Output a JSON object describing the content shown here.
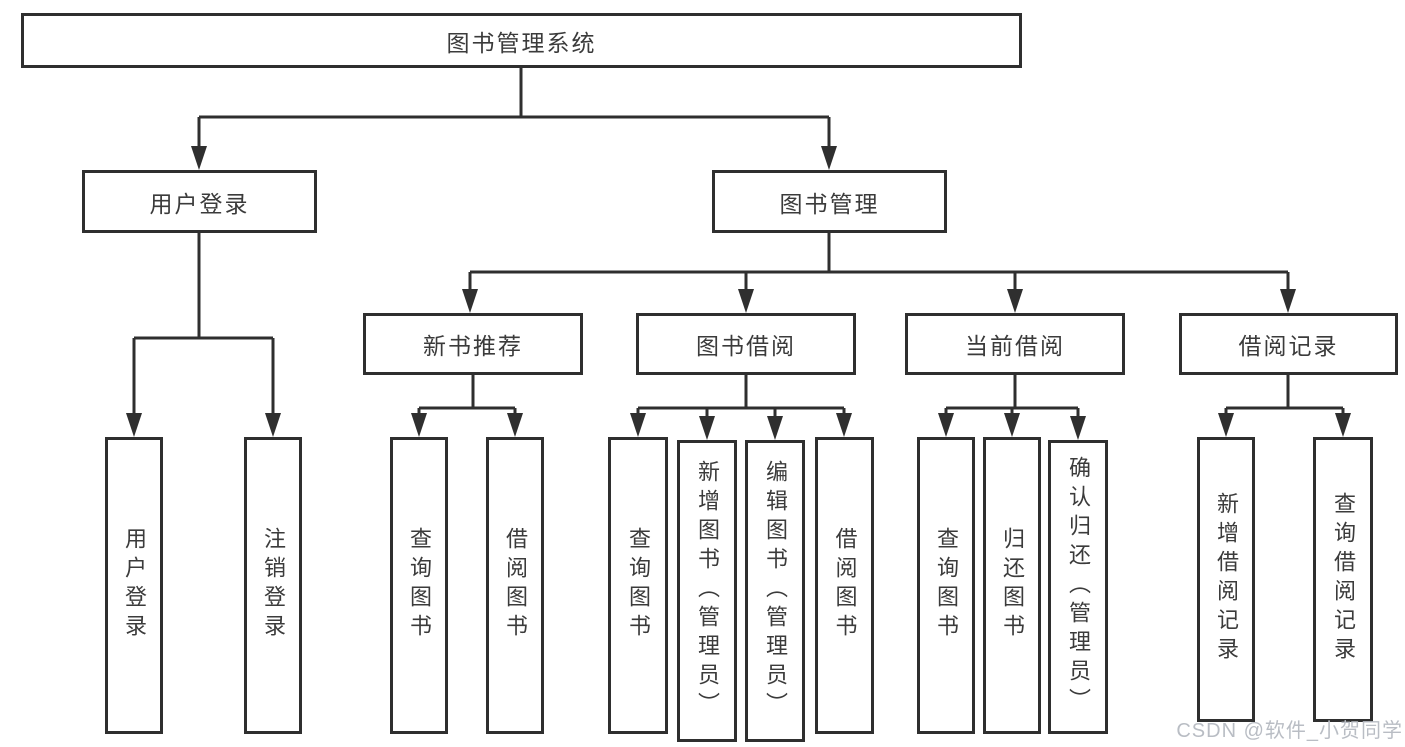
{
  "diagram": {
    "root": {
      "label": "图书管理系统"
    },
    "user_login": {
      "label": "用户登录",
      "children": [
        {
          "label": "用户登录"
        },
        {
          "label": "注销登录"
        }
      ]
    },
    "book_management": {
      "label": "图书管理",
      "groups": [
        {
          "label": "新书推荐",
          "children": [
            {
              "label": "查询图书"
            },
            {
              "label": "借阅图书"
            }
          ]
        },
        {
          "label": "图书借阅",
          "children": [
            {
              "label": "查询图书"
            },
            {
              "label": "新增图书（管理员）"
            },
            {
              "label": "编辑图书（管理员）"
            },
            {
              "label": "借阅图书"
            }
          ]
        },
        {
          "label": "当前借阅",
          "children": [
            {
              "label": "查询图书"
            },
            {
              "label": "归还图书"
            },
            {
              "label": "确认归还（管理员）"
            }
          ]
        },
        {
          "label": "借阅记录",
          "children": [
            {
              "label": "新增借阅记录"
            },
            {
              "label": "查询借阅记录"
            }
          ]
        }
      ]
    }
  },
  "watermark": {
    "text": "CSDN @软件_小贺同学",
    "color": "#b9bdc4"
  },
  "colors": {
    "line": "#2f2f2f",
    "text": "#3b3b3b",
    "background": "#ffffff"
  }
}
